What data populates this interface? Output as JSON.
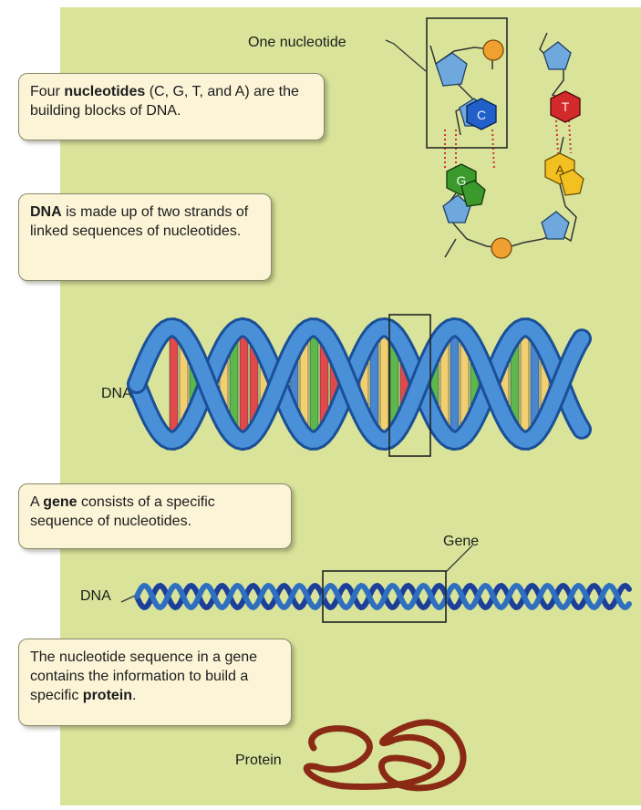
{
  "labels": {
    "one_nucleotide": "One nucleotide",
    "dna_helix": "DNA",
    "dna_strand": "DNA",
    "gene": "Gene",
    "protein": "Protein"
  },
  "bases": {
    "c": "C",
    "g": "G",
    "t": "T",
    "a": "A"
  },
  "callouts": {
    "nucleotides": {
      "pre": "Four ",
      "bold": "nucleotides",
      "post": " (C, G, T, and A) are the building blocks of DNA."
    },
    "dna": {
      "pre": "",
      "bold": "DNA",
      "post": " is made up of two strands of linked sequences of nucleotides."
    },
    "gene": {
      "pre": "A ",
      "bold": "gene",
      "post": " consists of a specific sequence of nucleotides."
    },
    "protein": {
      "pre": "The nucleotide sequence in a gene contains the information to build a specific ",
      "bold": "protein",
      "post": "."
    }
  },
  "colors": {
    "background": "#d9e49a",
    "callout_fill": "#fbf4d7",
    "sugar_blue": "#6fa8dc",
    "phosphate_orange": "#f0a030",
    "c_blue": "#2060c8",
    "g_green": "#3c9a2c",
    "t_red": "#d22a2a",
    "a_yellow": "#f2c020",
    "helix_blue": "#2f6fc0",
    "protein_brown": "#8a2a14"
  }
}
